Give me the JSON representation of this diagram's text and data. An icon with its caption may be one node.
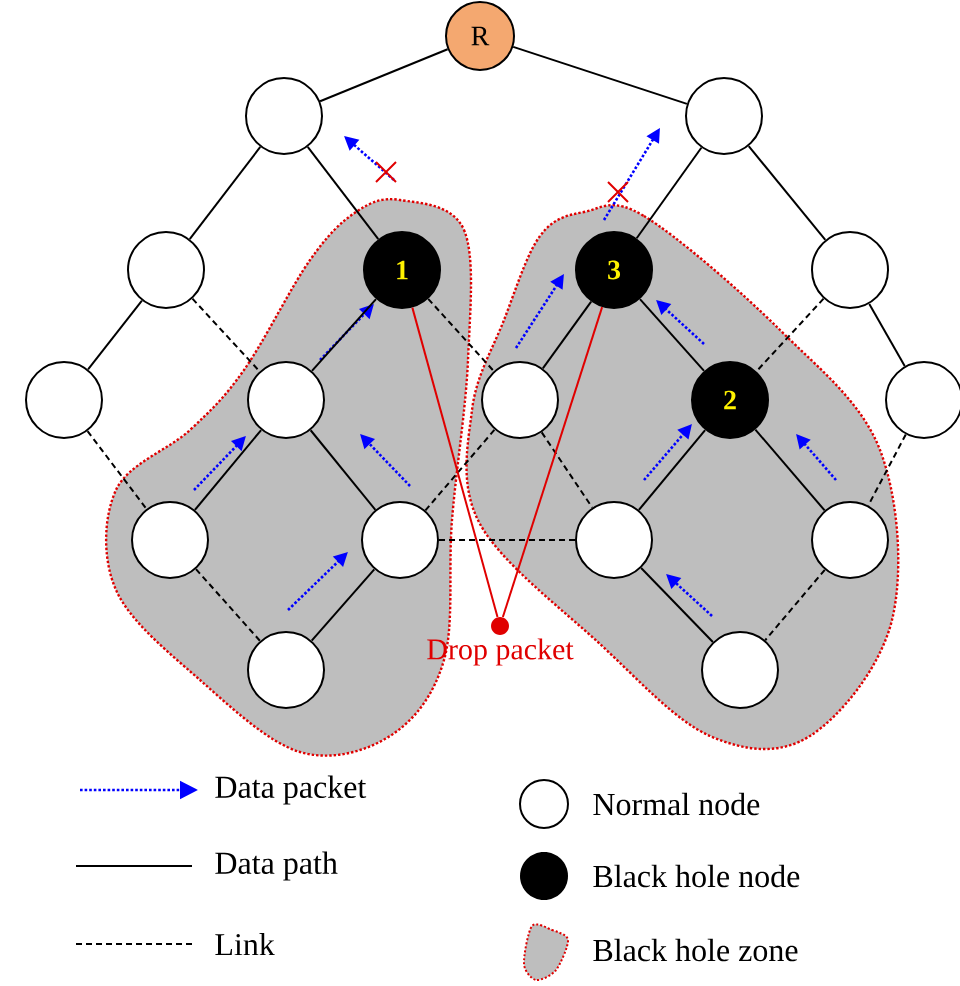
{
  "diagram": {
    "nodes": [
      {
        "text": [
          "R"
        ]
      },
      {
        "text": [],
        "shape": "circle"
      },
      {
        "text": [],
        "shape": "circle"
      },
      {
        "text": [],
        "shape": "circle"
      },
      {
        "text": [],
        "shape": "circle"
      },
      {
        "text": [],
        "shape": "cloud"
      },
      {
        "text": [
          "1"
        ],
        "in": 5
      },
      {
        "text": [],
        "shape": "cloud"
      },
      {
        "text": [
          "3"
        ],
        "in": 7
      },
      {
        "text": [],
        "shape": "circle"
      },
      {
        "text": [],
        "shape": "circle",
        "in": 5
      },
      {
        "text": [],
        "shape": "circle",
        "in": 7
      },
      {
        "text": [
          "2"
        ],
        "in": 7
      },
      {
        "text": [],
        "shape": "circle"
      },
      {
        "text": [],
        "shape": "circle",
        "in": 5
      },
      {
        "text": [],
        "shape": "circle",
        "in": 5
      },
      {
        "text": [],
        "shape": "circle",
        "in": 7
      },
      {
        "text": [],
        "shape": "circle",
        "in": 7
      },
      {
        "text": [],
        "shape": "circle",
        "in": 5
      },
      {
        "text": [],
        "shape": "circle",
        "in": 7
      },
      {
        "text": [],
        "shape": "circle",
        "beside": [
          "Drop packet"
        ]
      }
    ],
    "edges": [
      {
        "from": 0,
        "to": 1,
        "arrow": "none"
      },
      {
        "from": 0,
        "to": 2,
        "arrow": "none"
      },
      {
        "from": 1,
        "to": 3,
        "arrow": "none"
      },
      {
        "from": 3,
        "to": 9,
        "arrow": "none"
      },
      {
        "from": 1,
        "to": 6,
        "arrow": "none"
      },
      {
        "from": 6,
        "to": 10,
        "arrow": "none"
      },
      {
        "from": 10,
        "to": 14,
        "arrow": "none"
      },
      {
        "from": 10,
        "to": 15,
        "arrow": "none"
      },
      {
        "from": 15,
        "to": 18,
        "arrow": "none"
      },
      {
        "from": 2,
        "to": 8,
        "arrow": "none"
      },
      {
        "from": 2,
        "to": 4,
        "arrow": "none"
      },
      {
        "from": 4,
        "to": 13,
        "arrow": "none"
      },
      {
        "from": 8,
        "to": 11,
        "arrow": "none"
      },
      {
        "from": 8,
        "to": 12,
        "arrow": "none"
      },
      {
        "from": 12,
        "to": 16,
        "arrow": "none"
      },
      {
        "from": 12,
        "to": 17,
        "arrow": "none"
      },
      {
        "from": 16,
        "to": 19,
        "arrow": "none"
      },
      {
        "from": 3,
        "to": 10,
        "arrow": "none",
        "style": "dashed"
      },
      {
        "from": 9,
        "to": 14,
        "arrow": "none",
        "style": "dashed"
      },
      {
        "from": 14,
        "to": 18,
        "arrow": "none",
        "style": "dashed"
      },
      {
        "from": 6,
        "to": 11,
        "arrow": "none",
        "style": "dashed"
      },
      {
        "from": 15,
        "to": 11,
        "arrow": "none",
        "style": "dashed"
      },
      {
        "from": 15,
        "to": 16,
        "arrow": "none",
        "style": "dashed"
      },
      {
        "from": 11,
        "to": 16,
        "arrow": "none",
        "style": "dashed"
      },
      {
        "from": 4,
        "to": 12,
        "arrow": "none",
        "style": "dashed"
      },
      {
        "from": 13,
        "to": 17,
        "arrow": "none",
        "style": "dashed"
      },
      {
        "from": 17,
        "to": 19,
        "arrow": "none",
        "style": "dashed"
      },
      {
        "from": 6,
        "to": 20,
        "arrow": "none",
        "color": "#e00000"
      },
      {
        "from": 8,
        "to": 20,
        "arrow": "none",
        "color": "#e00000"
      }
    ],
    "legend": [
      {
        "text": "Data packet"
      },
      {
        "text": "Data path"
      },
      {
        "text": "Link"
      },
      {
        "text": "Normal node"
      },
      {
        "text": "Black hole node"
      },
      {
        "text": "Black hole zone"
      }
    ]
  }
}
